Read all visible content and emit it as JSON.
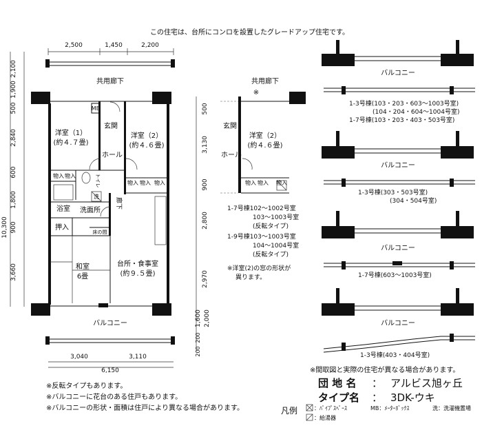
{
  "header_note": "この住宅は、台所にコンロを設置したグレードアップ住宅です。",
  "main_plan": {
    "corridor": "共用廊下",
    "balcony": "バルコニー",
    "top_dims": [
      "2,500",
      "1,450",
      "2,200"
    ],
    "bottom_dims": [
      "3,040",
      "3,110",
      "6,150"
    ],
    "left_dims": [
      "2,100",
      "1,900",
      "500",
      "2,840",
      "600",
      "1,800",
      "900",
      "3,660",
      "10,300"
    ],
    "right_dims": [
      "500",
      "3,130",
      "900",
      "2,800",
      "2,970",
      "1,600",
      "2,000",
      "200",
      "200"
    ],
    "rooms": {
      "yoshitsu1": "洋室（1）",
      "yoshitsu1_size": "(約４.７畳)",
      "genkan": "玄関",
      "yoshitsu2": "洋室（2）",
      "yoshitsu2_size": "(約４.６畳)",
      "hall": "ホール",
      "mb": "MB",
      "monoire": "物入",
      "toilet": "トイレ",
      "washer_mark": "洗",
      "yokushitsu": "浴室",
      "senmenjo": "洗面所",
      "rouka": "廊下",
      "oshiire": "押入",
      "tokonoma": "床の間",
      "washitsu": "和室",
      "washitsu_size": "6畳",
      "kitchen": "台所・食事室",
      "kitchen_size": "(約９.５畳)"
    }
  },
  "alt_plan": {
    "corridor": "共用廊下",
    "asterisk": "※",
    "genkan": "玄関",
    "hall": "ホール",
    "yoshitsu2": "洋室（2）",
    "yoshitsu2_size": "(約４.６畳)",
    "monoire": "物入",
    "notes": [
      "1-7号棟102～1002号室",
      "103～1003号室",
      "(反転タイプ)",
      "1-9号棟103～1003号室",
      "104～1004号室",
      "(反転タイプ)"
    ],
    "window_note_1": "※洋室(2)の窓の形状が",
    "window_note_2": "異ります。"
  },
  "balcony_variants": [
    {
      "label": "バルコニー",
      "captions": [
        "1-3号棟(103・203・603～1003号室)",
        "(104・204・604～1004号室)",
        "1-7号棟(103・203・403・503号室)"
      ]
    },
    {
      "label": "バルコニー",
      "captions": [
        "1-3号棟(303・503号室)",
        "(304・504号室)"
      ]
    },
    {
      "label": "バルコニー",
      "captions": [
        "1-7号棟(603～1003号室)"
      ]
    },
    {
      "label": "バルコニー",
      "captions": [
        "1-3号棟(403・404号室)"
      ]
    }
  ],
  "footnotes": [
    "※反転タイプもあります。",
    "※バルコニーに花台のある住戸もあります。",
    "※バルコニーの形状・面積は住戸により異なる場合があります。"
  ],
  "disclaimer": "※間取図と実際の住宅が異なる場合があります。",
  "info": {
    "danchi_label": "団 地 名",
    "danchi_value": "アルビス旭ヶ丘",
    "type_label": "タイプ名",
    "type_value": "3DK-ウキ",
    "colon": "："
  },
  "legend": {
    "title": "凡例",
    "ps": "：ﾊﾟｲﾌﾟｽﾍﾟｰｽ",
    "mb": "MB：ﾒｰﾀｰﾎﾞｯｸｽ",
    "washer": "洗：洗濯機置場",
    "heater": "：給湯器",
    "washer_glyph": "洗"
  }
}
